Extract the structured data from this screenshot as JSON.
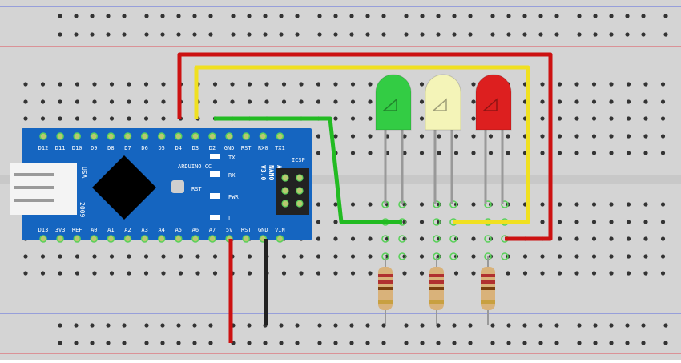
{
  "colors": {
    "board": "#d4d4d4",
    "rail_red": "#e0505a",
    "rail_blue": "#5a6ae0",
    "hole": "#333333",
    "hole_active": "#5ad15a",
    "nano_blue": "#1565c0",
    "wire_red": "#cc1111",
    "wire_yellow": "#f0e020",
    "wire_green": "#22bb22",
    "wire_black": "#222222",
    "led_green": "#33cc44",
    "led_yellow": "#f4f4b8",
    "led_red": "#dd1f1f"
  },
  "nano": {
    "top_pins": [
      "D12",
      "D11",
      "D10",
      "D9",
      "D8",
      "D7",
      "D6",
      "D5",
      "D4",
      "D3",
      "D2",
      "GND",
      "RST",
      "RX0",
      "TX1"
    ],
    "bottom_pins": [
      "D13",
      "3V3",
      "REF",
      "A0",
      "A1",
      "A2",
      "A3",
      "A4",
      "A5",
      "A6",
      "A7",
      "5V",
      "RST",
      "GND",
      "VIN"
    ],
    "site": "ARDUINO.CC",
    "name_lines": [
      "ARDUINO",
      "NANO",
      "V3.0"
    ],
    "country": "USA",
    "year": "2009",
    "icsp": "ICSP",
    "reset_label": "RST",
    "led_labels": [
      "TX",
      "RX",
      "PWR",
      "L"
    ]
  },
  "leds": [
    {
      "color": "green"
    },
    {
      "color": "yellow"
    },
    {
      "color": "red"
    }
  ],
  "resistors": [
    {
      "bands": [
        "#b03030",
        "#b03030",
        "#7a4010"
      ]
    },
    {
      "bands": [
        "#b03030",
        "#b03030",
        "#7a4010"
      ]
    },
    {
      "bands": [
        "#b03030",
        "#b03030",
        "#7a4010"
      ]
    }
  ]
}
